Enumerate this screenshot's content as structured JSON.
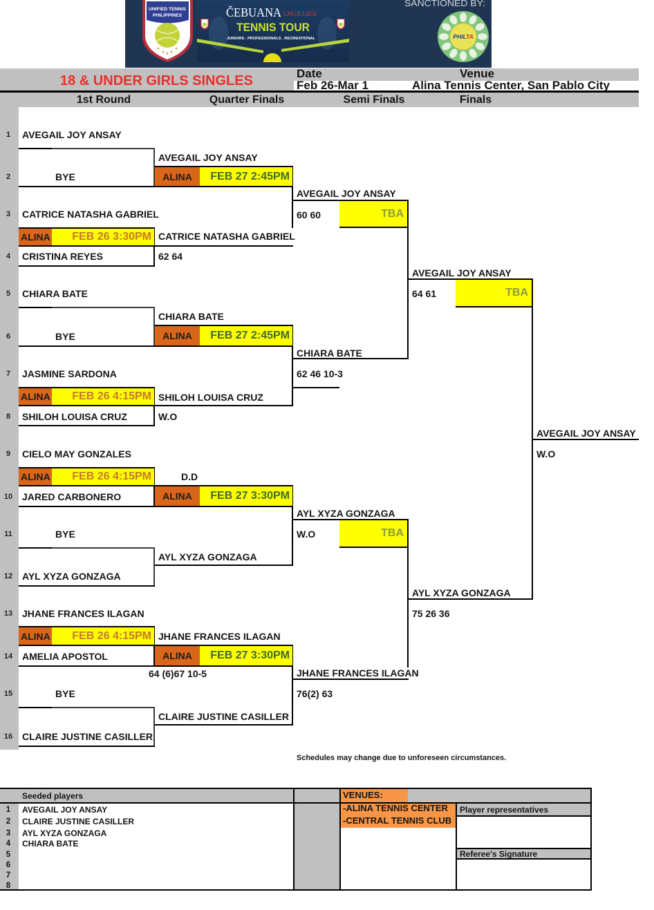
{
  "banner": {
    "left_logo": {
      "line1": "UNIFIED TENNIS",
      "line2": "PHILIPPINES"
    },
    "center_logo": {
      "brand": "ČEBUANA",
      "brand_suffix": "LHUILLIER",
      "title": "TENNIS TOUR",
      "tagline": "JUNIORS . PROFESSIONALS . RECREATIONAL"
    },
    "sanctioned_label": "SANCTIONED BY:",
    "sanction_logo": {
      "text_a": "PHIL",
      "text_b": "TA"
    }
  },
  "header": {
    "event_title": "18 & UNDER GIRLS SINGLES",
    "date_label": "Date",
    "date_value": "Feb 26-Mar 1",
    "venue_label": "Venue",
    "venue_value": "Alina Tennis Center, San Pablo City"
  },
  "rounds": [
    "1st Round",
    "Quarter Finals",
    "Semi Finals",
    "Finals"
  ],
  "first_round": [
    {
      "seed": "1",
      "name": "AVEGAIL JOY ANSAY"
    },
    {
      "seed": "2",
      "name": "BYE"
    },
    {
      "seed": "3",
      "name": "CATRICE NATASHA GABRIEL"
    },
    {
      "seed": "4",
      "name": "CRISTINA REYES"
    },
    {
      "seed": "5",
      "name": "CHIARA BATE"
    },
    {
      "seed": "6",
      "name": "BYE"
    },
    {
      "seed": "7",
      "name": "JASMINE SARDONA"
    },
    {
      "seed": "8",
      "name": "SHILOH LOUISA CRUZ"
    },
    {
      "seed": "9",
      "name": "CIELO MAY GONZALES"
    },
    {
      "seed": "10",
      "name": "JARED CARBONERO"
    },
    {
      "seed": "11",
      "name": "BYE"
    },
    {
      "seed": "12",
      "name": "AYL XYZA GONZAGA"
    },
    {
      "seed": "13",
      "name": "JHANE FRANCES ILAGAN"
    },
    {
      "seed": "14",
      "name": "AMELIA APOSTOL"
    },
    {
      "seed": "15",
      "name": "BYE"
    },
    {
      "seed": "16",
      "name": "CLAIRE JUSTINE CASILLER"
    }
  ],
  "first_round_schedules": [
    {
      "venue": "ALINA",
      "time": "FEB 26 3:30PM"
    },
    {
      "venue": "ALINA",
      "time": "FEB 26 4:15PM"
    },
    {
      "venue": "ALINA",
      "time": "FEB 26 4:15PM"
    },
    {
      "venue": "ALINA",
      "time": "FEB 26 4:15PM"
    }
  ],
  "quarter_finals": [
    {
      "name": "AVEGAIL JOY ANSAY"
    },
    {
      "name": "CATRICE NATASHA GABRIEL",
      "score": "62 64"
    },
    {
      "name": "CHIARA BATE"
    },
    {
      "name": "SHILOH LOUISA CRUZ",
      "score": "W.O"
    },
    {
      "name": "D.D"
    },
    {
      "name": "AYL XYZA GONZAGA"
    },
    {
      "name": "JHANE FRANCES ILAGAN",
      "score": "64 (6)67 10-5"
    },
    {
      "name": "CLAIRE JUSTINE CASILLER"
    }
  ],
  "quarter_final_schedules": [
    {
      "venue": "ALINA",
      "time": "FEB 27 2:45PM"
    },
    {
      "venue": "ALINA",
      "time": "FEB 27 2:45PM"
    },
    {
      "venue": "ALINA",
      "time": "FEB 27 3:30PM"
    },
    {
      "venue": "ALINA",
      "time": "FEB 27 3:30PM"
    }
  ],
  "semi_finals": [
    {
      "name": "AVEGAIL JOY ANSAY",
      "score": "60 60"
    },
    {
      "name": "CHIARA BATE",
      "score": "62 46 10-3"
    },
    {
      "name": "AYL XYZA GONZAGA",
      "score": "W.O"
    },
    {
      "name": "JHANE FRANCES ILAGAN",
      "score": "76(2) 63"
    }
  ],
  "semi_final_schedules": [
    "TBA",
    "TBA"
  ],
  "finals": [
    {
      "name": "AVEGAIL JOY ANSAY",
      "score": "64 61"
    },
    {
      "name": "AYL XYZA GONZAGA",
      "score": "75 26 36"
    }
  ],
  "final_schedule": "TBA",
  "champion": {
    "name": "AVEGAIL JOY ANSAY",
    "score": "W.O"
  },
  "note": "Schedules may change due to unforeseen circumstances.",
  "seeds": {
    "title": "Seeded players",
    "rows": [
      {
        "n": "1",
        "name": "AVEGAIL JOY ANSAY"
      },
      {
        "n": "2",
        "name": "CLAIRE JUSTINE CASILLER"
      },
      {
        "n": "3",
        "name": "AYL XYZA GONZAGA"
      },
      {
        "n": "4",
        "name": "CHIARA BATE"
      },
      {
        "n": "5"
      },
      {
        "n": "6"
      },
      {
        "n": "7"
      },
      {
        "n": "8"
      }
    ]
  },
  "venues": {
    "title": "VENUES:",
    "items": [
      "-ALINA TENNIS CENTER",
      "-CENTRAL TENNIS CLUB"
    ]
  },
  "signatures": {
    "player_reps": "Player representatives",
    "referee": "Referee's Signature"
  },
  "colors": {
    "header_gray": "#c0c0c0",
    "title_red": "#e8302a",
    "venue_orange": "#d9661a",
    "schedule_yellow": "#ffff00",
    "first_round_time": "#c47a2c",
    "quarter_final_time": "#3d6a35",
    "tba": "#8c9b3c",
    "venues_orange": "#f79646",
    "banner_navy": "#1f3551"
  }
}
